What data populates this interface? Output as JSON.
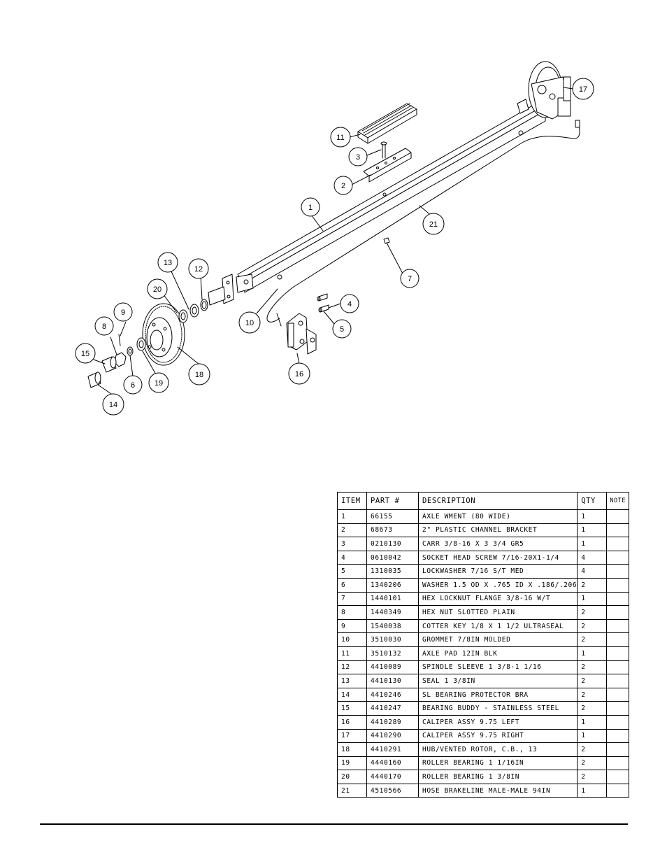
{
  "callouts": {
    "c1": "1",
    "c2": "2",
    "c3": "3",
    "c4": "4",
    "c5": "5",
    "c6": "6",
    "c7": "7",
    "c8": "8",
    "c9": "9",
    "c10": "10",
    "c11": "11",
    "c12": "12",
    "c13": "13",
    "c14": "14",
    "c15": "15",
    "c16": "16",
    "c17": "17",
    "c18": "18",
    "c19": "19",
    "c20": "20",
    "c21": "21"
  },
  "table": {
    "headers": [
      "ITEM",
      "PART #",
      "DESCRIPTION",
      "QTY",
      "NOTE"
    ],
    "rows": [
      [
        "1",
        "66155",
        "AXLE WMENT (80 WIDE)",
        "1",
        ""
      ],
      [
        "2",
        "68673",
        "2\" PLASTIC CHANNEL BRACKET",
        "1",
        ""
      ],
      [
        "3",
        "0210130",
        "CARR 3/8-16 X 3 3/4 GR5",
        "1",
        ""
      ],
      [
        "4",
        "0610042",
        "SOCKET HEAD SCREW 7/16-20X1-1/4",
        "4",
        ""
      ],
      [
        "5",
        "1310035",
        "LOCKWASHER 7/16 S/T MED",
        "4",
        ""
      ],
      [
        "6",
        "1340206",
        "WASHER 1.5 OD X .765 ID X .186/.206",
        "2",
        ""
      ],
      [
        "7",
        "1440101",
        "HEX LOCKNUT FLANGE 3/8-16 W/T",
        "1",
        ""
      ],
      [
        "8",
        "1440349",
        "HEX NUT SLOTTED PLAIN",
        "2",
        ""
      ],
      [
        "9",
        "1540038",
        "COTTER KEY 1/8 X 1 1/2 ULTRASEAL",
        "2",
        ""
      ],
      [
        "10",
        "3510030",
        "GROMMET  7/8IN MOLDED",
        "2",
        ""
      ],
      [
        "11",
        "3510132",
        "AXLE PAD 12IN  BLK",
        "1",
        ""
      ],
      [
        "12",
        "4410089",
        "SPINDLE SLEEVE  1 3/8-1 1/16",
        "2",
        ""
      ],
      [
        "13",
        "4410130",
        "SEAL  1 3/8IN",
        "2",
        ""
      ],
      [
        "14",
        "4410246",
        "SL BEARING PROTECTOR BRA",
        "2",
        ""
      ],
      [
        "15",
        "4410247",
        "BEARING BUDDY - STAINLESS STEEL",
        "2",
        ""
      ],
      [
        "16",
        "4410289",
        "CALIPER ASSY 9.75 LEFT",
        "1",
        ""
      ],
      [
        "17",
        "4410290",
        "CALIPER ASSY 9.75 RIGHT",
        "1",
        ""
      ],
      [
        "18",
        "4410291",
        "HUB/VENTED ROTOR, C.B.,  13",
        "2",
        ""
      ],
      [
        "19",
        "4440160",
        "ROLLER BEARING  1 1/16IN",
        "2",
        ""
      ],
      [
        "20",
        "4440170",
        "ROLLER BEARING  1 3/8IN",
        "2",
        ""
      ],
      [
        "21",
        "4510566",
        "HOSE BRAKELINE MALE-MALE 94IN",
        "1",
        ""
      ]
    ]
  }
}
